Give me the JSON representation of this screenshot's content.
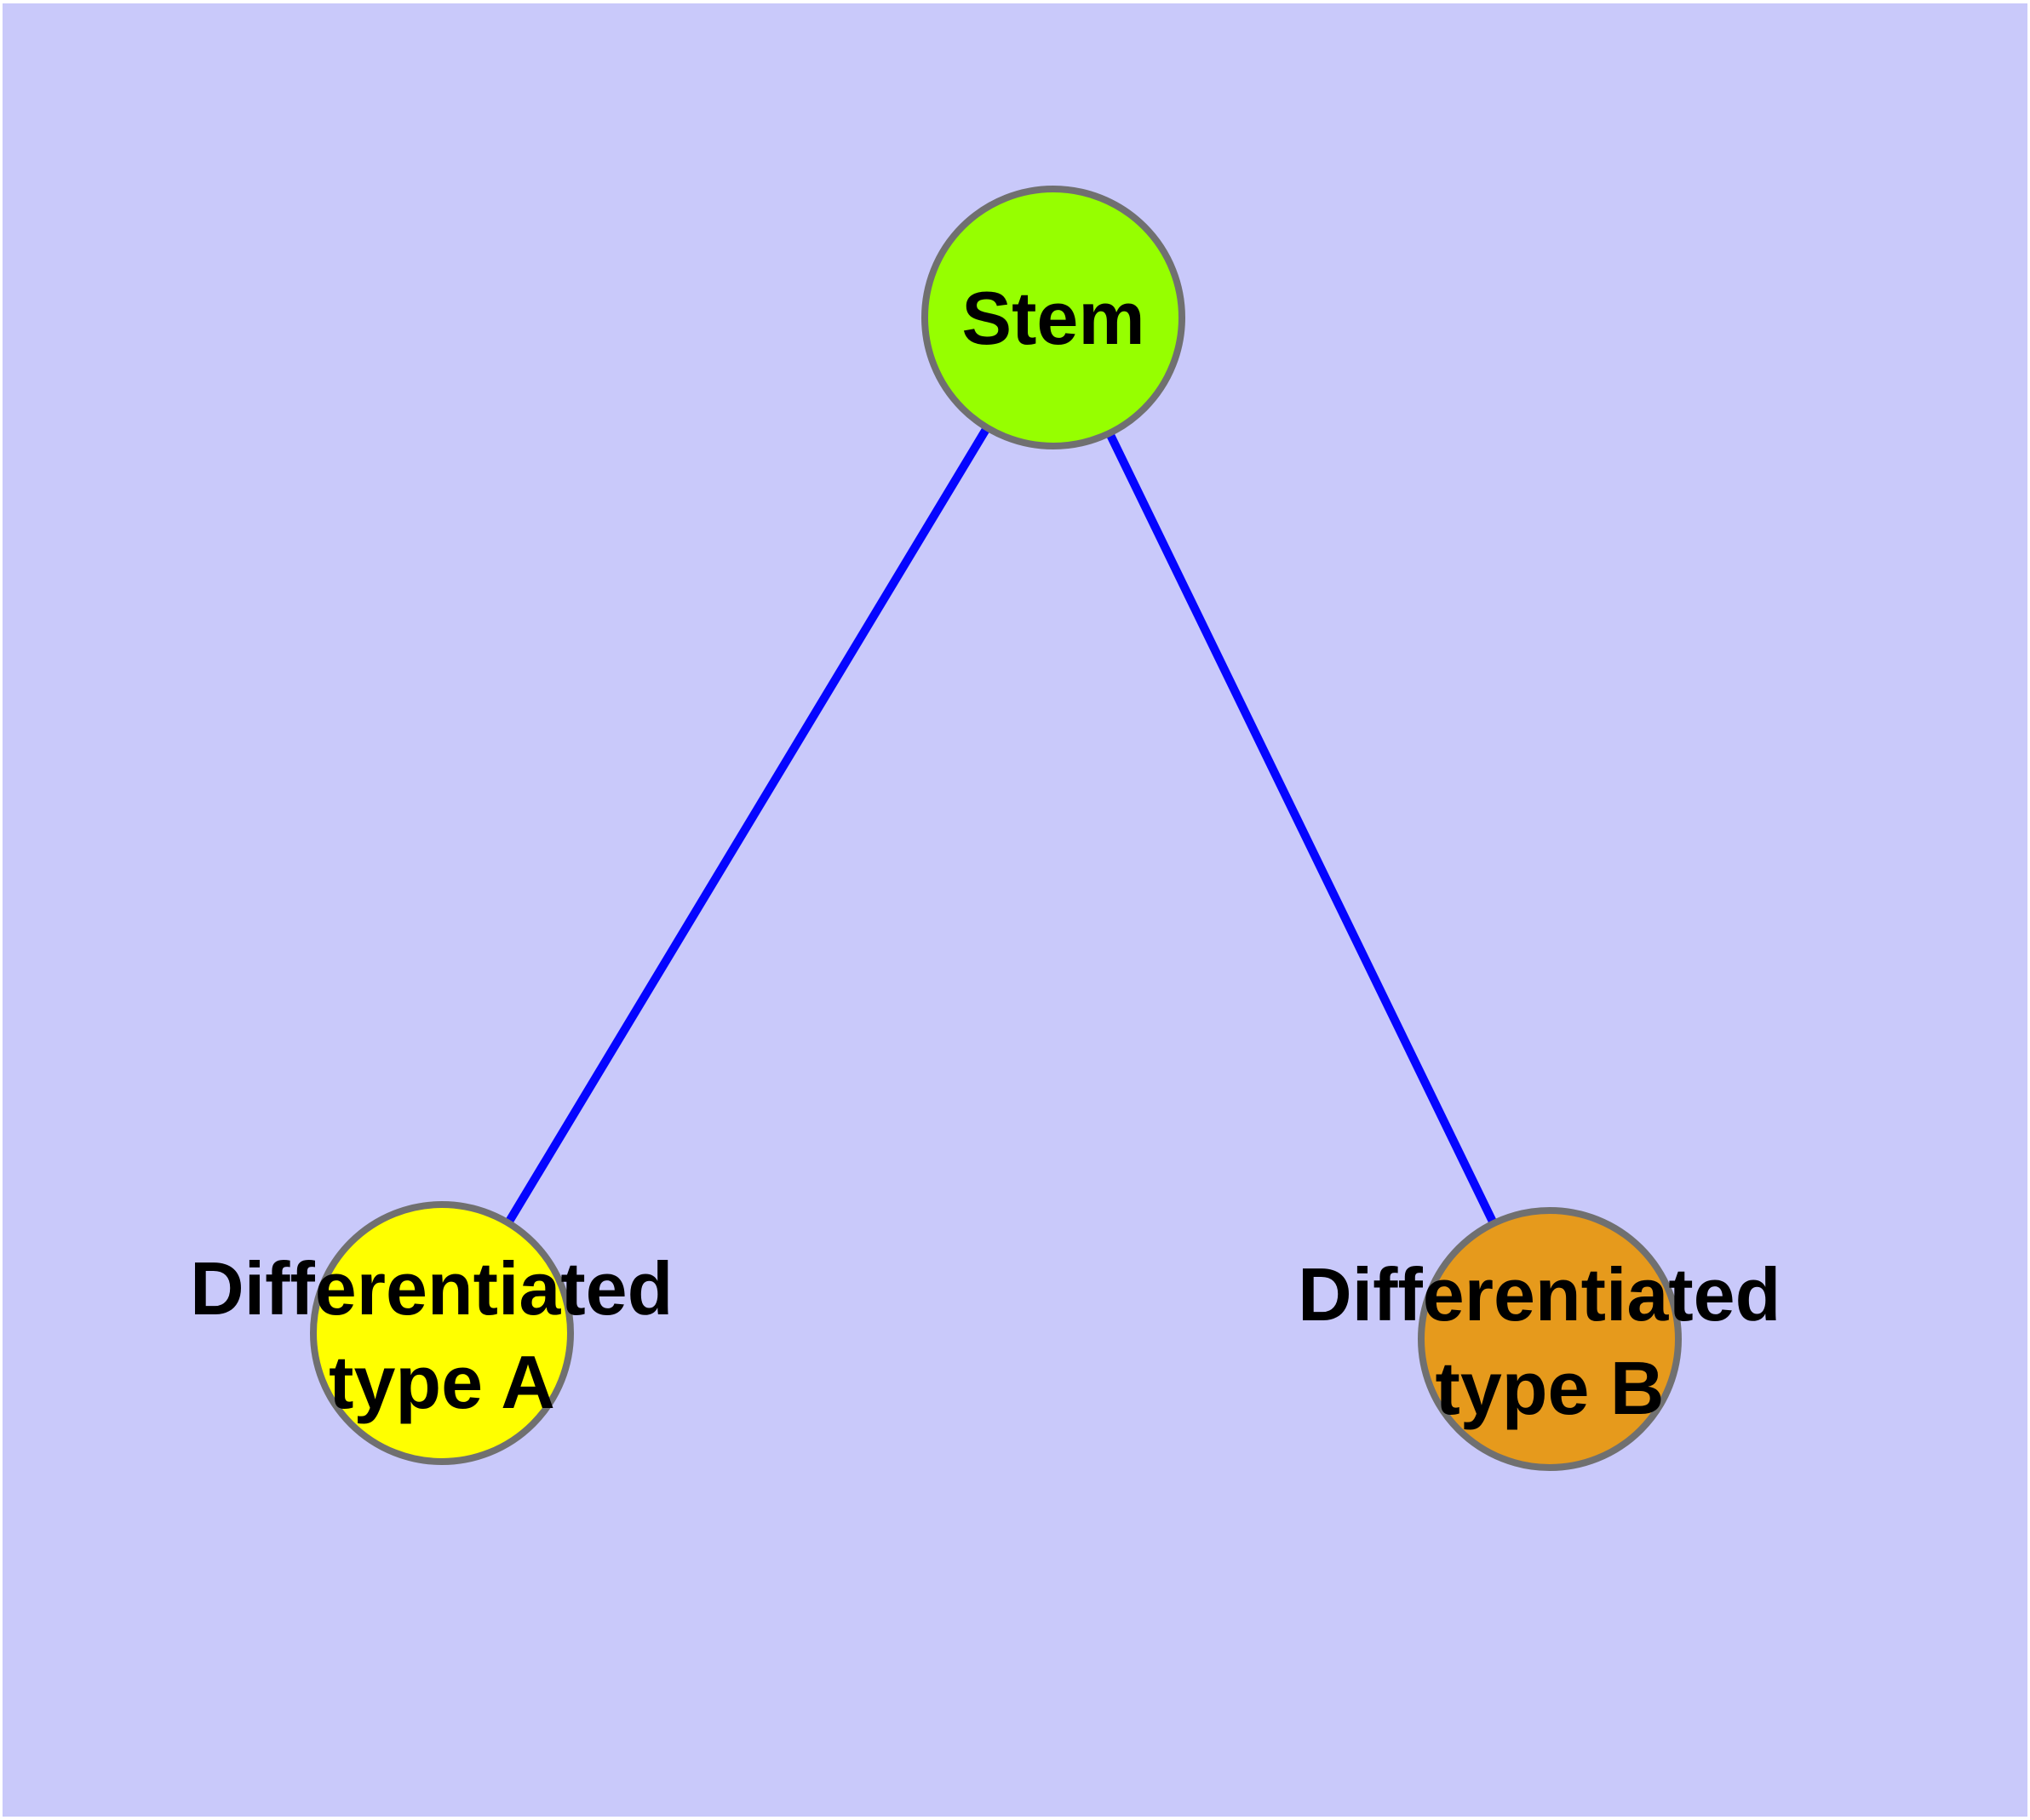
{
  "diagram": {
    "colors": {
      "background": "#C9C9FA",
      "edge": "#0505FF",
      "node_border": "#707070",
      "label_text": "#000000"
    },
    "nodes": [
      {
        "id": "stem",
        "label": "Stem",
        "fill": "#96FF00"
      },
      {
        "id": "differentiated-type-a",
        "label_lines": [
          "Differentiated",
          "type A"
        ],
        "fill": "#FFFF00"
      },
      {
        "id": "differentiated-type-b",
        "label_lines": [
          "Differentiated",
          "type B"
        ],
        "fill": "#E69A1C"
      }
    ],
    "edges": [
      {
        "from": "stem",
        "to": "differentiated-type-a"
      },
      {
        "from": "stem",
        "to": "differentiated-type-b"
      }
    ]
  }
}
